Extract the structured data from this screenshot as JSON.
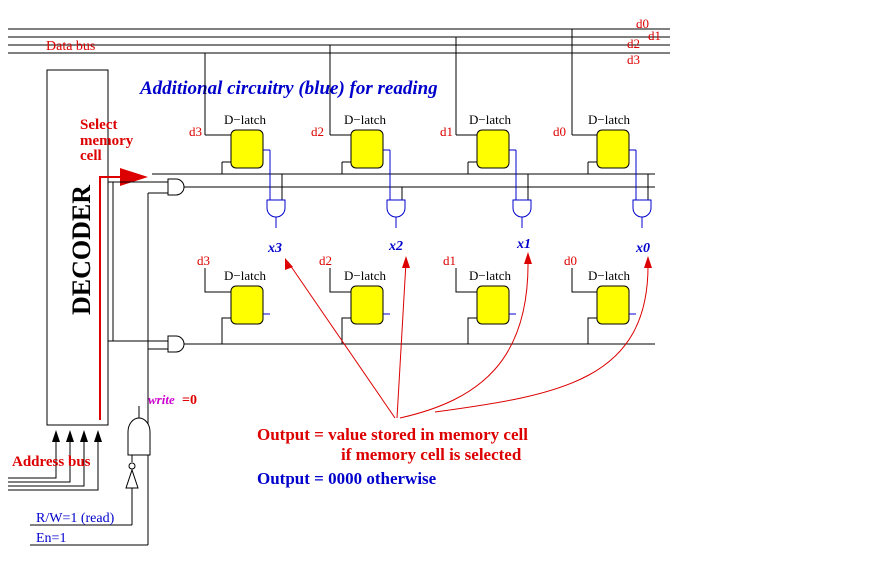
{
  "title": "Additional circuitry (blue) for reading",
  "data_bus": {
    "label": "Data bus",
    "lines": [
      "d0",
      "d1",
      "d2",
      "d3"
    ]
  },
  "decoder": {
    "label": "DECODER",
    "select_label_line1": "Select",
    "select_label_line2": "memory",
    "select_label_line3": "cell"
  },
  "address_bus_label": "Address bus",
  "write_label": "write",
  "write_value": "=0",
  "rw_label": "R/W=1 (read)",
  "en_label": "En=1",
  "latch_label": "D−latch",
  "row1": {
    "inputs": [
      "d3",
      "d2",
      "d1",
      "d0"
    ]
  },
  "row2": {
    "inputs": [
      "d3",
      "d2",
      "d1",
      "d0"
    ]
  },
  "outputs": [
    "x3",
    "x2",
    "x1",
    "x0"
  ],
  "annotation": {
    "line1": "Output = value stored in memory cell",
    "line2": "if memory cell is selected",
    "line3": "Output = 0000  otherwise"
  },
  "colors": {
    "red": "#dd0000",
    "blue": "#0000cc",
    "yellow": "#ffff00",
    "magenta": "#cc00cc"
  }
}
